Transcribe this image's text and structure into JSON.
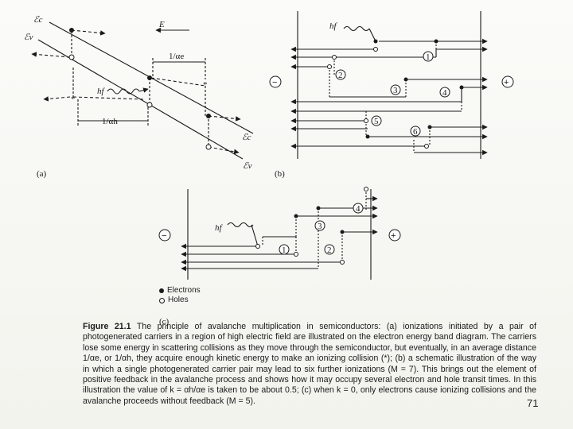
{
  "figure": {
    "panel_a": {
      "label": "(a)",
      "field_label": "E",
      "ec_top": "ℰc",
      "ev_top": "ℰv",
      "photon": "hf",
      "alpha_e": "1/αe",
      "alpha_h": "1/αh",
      "ec_bottom": "ℰc",
      "ev_bottom": "ℰv"
    },
    "panel_b": {
      "label": "(b)",
      "photon": "hf",
      "minus": "−",
      "plus": "+",
      "events": [
        "1",
        "2",
        "3",
        "4",
        "5",
        "6"
      ]
    },
    "panel_c": {
      "label": "(c)",
      "photon": "hf",
      "minus": "−",
      "plus": "+",
      "events": [
        "1",
        "2",
        "3",
        "4"
      ]
    },
    "legend": {
      "electrons": "Electrons",
      "holes": "Holes"
    }
  },
  "caption": {
    "heading": "Figure 21.1",
    "text": "The principle of avalanche multiplication in semiconductors: (a) ionizations initiated by a pair of photogenerated carriers in a region of high electric field are illustrated on the electron energy band diagram. The carriers lose some energy in scattering collisions as they move through the semiconductor, but eventually, in an average distance 1/αe, or 1/αh, they acquire enough kinetic energy to make an ionizing collision (*); (b) a schematic illustration of the way in which a single photogenerated carrier pair may lead to six further ionizations (M = 7). This brings out the element of positive feedback in the avalanche process and shows how it may occupy several electron and hole transit times. In this illustration the value of k = αh/αe is taken to be about 0.5; (c) when k = 0, only electrons cause ionizing collisions and the avalanche proceeds without feedback (M = 5)."
  },
  "page_number": "71"
}
